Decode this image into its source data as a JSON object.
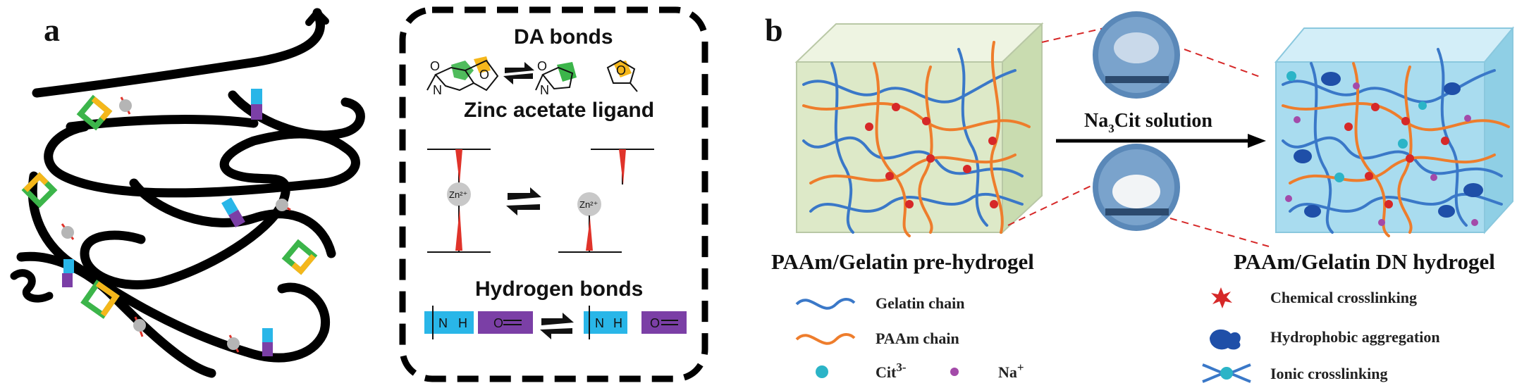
{
  "panel_a": {
    "letter": "a",
    "box": {
      "heading_da": "DA bonds",
      "heading_zinc": "Zinc acetate ligand",
      "heading_hydrogen": "Hydrogen bonds",
      "zn_label": "Zn²⁺",
      "atoms": {
        "o": "O",
        "n": "N",
        "h": "H"
      }
    },
    "colors": {
      "green": "#3cb54a",
      "yellow": "#f5b71b",
      "blue": "#29b6e8",
      "purple": "#7b3fa6",
      "red": "#e0332a",
      "gray": "#b5b5b5"
    }
  },
  "panel_b": {
    "letter": "b",
    "left_caption": "PAAm/Gelatin pre-hydrogel",
    "right_caption": "PAAm/Gelatin DN hydrogel",
    "arrow_label_main": "Na",
    "arrow_label_sub": "3",
    "arrow_label_tail": "Cit solution",
    "legend": {
      "gelatin": "Gelatin chain",
      "paam": "PAAm chain",
      "cit_main": "Cit",
      "cit_sup": "3-",
      "na_main": "Na",
      "na_sup": "+",
      "chemical": "Chemical crosslinking",
      "hydrophobic": "Hydrophobic  aggregation",
      "ionic": "Ionic crosslinking"
    },
    "colors": {
      "gelatin": "#3a78c8",
      "paam": "#ee7d2c",
      "pre_cube": "#dde9c8",
      "dn_cube": "#a9dcef",
      "cit": "#2bb4c7",
      "na": "#a34aa9",
      "crosslink": "#d62828"
    }
  }
}
